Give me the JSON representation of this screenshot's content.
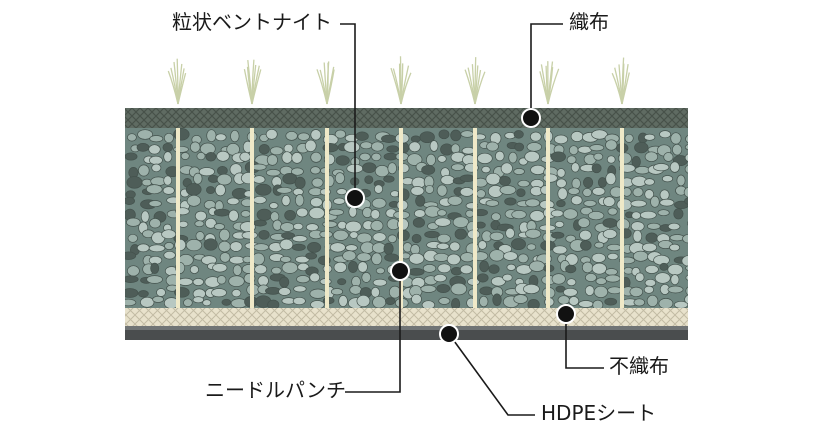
{
  "labels": {
    "bentonite": "粒状ベントナイト",
    "woven": "織布",
    "nonwoven": "不織布",
    "needle_punch": "ニードルパンチ",
    "hdpe": "HDPEシート"
  },
  "colors": {
    "woven_layer": "#5f6b62",
    "bentonite_fill": "#6f8680",
    "pebble": "#9eb2ab",
    "needle_fiber": "#efe9c8",
    "nonwoven_layer": "#e8e2cc",
    "hdpe_layer": "#4a4d4e",
    "leader_line": "#1a1a1a"
  }
}
